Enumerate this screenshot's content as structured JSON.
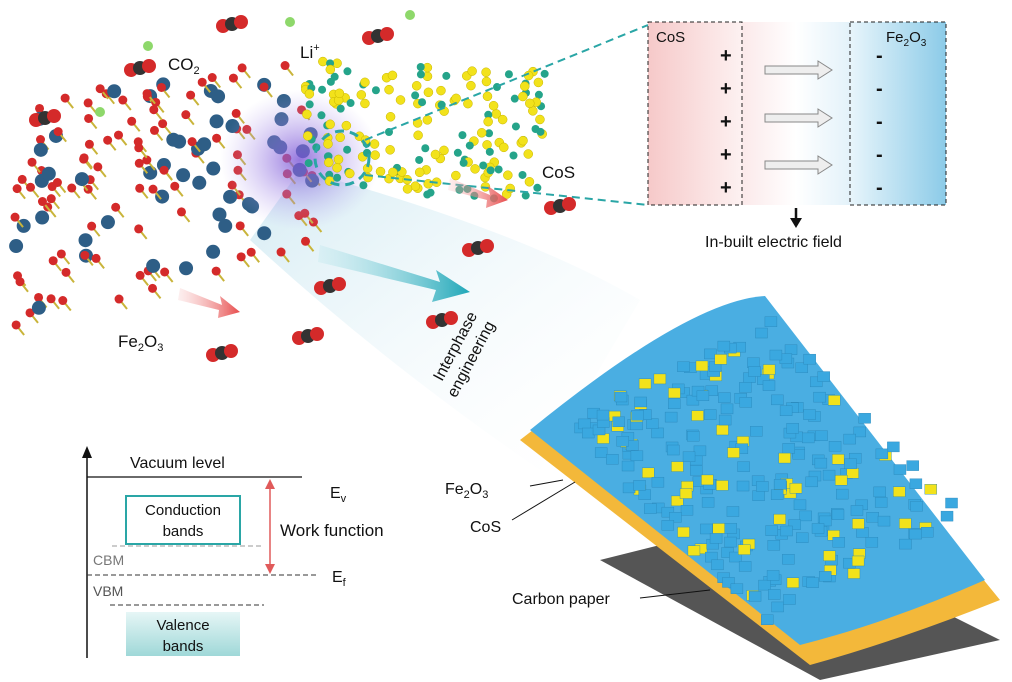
{
  "molecule_panel": {
    "co2": {
      "main": "CO",
      "sub": "2"
    },
    "li": {
      "main": "Li",
      "sup": "+"
    },
    "cos_label": "CoS",
    "fe2o3": {
      "a": "Fe",
      "b": "2",
      "c": "O",
      "d": "3"
    },
    "interphase_line1": "Interphase",
    "interphase_line2": "engineering"
  },
  "field_panel": {
    "cos_label": "CoS",
    "fe2o3": {
      "a": "Fe",
      "b": "2",
      "c": "O",
      "d": "3"
    },
    "plus": [
      "+",
      "+",
      "+",
      "+",
      "+"
    ],
    "minus": [
      "-",
      "-",
      "-",
      "-",
      "-"
    ],
    "caption": "In-built electric field"
  },
  "band_diagram": {
    "vacuum_level": "Vacuum level",
    "ev": {
      "main": "E",
      "sub": "v"
    },
    "conduction_line1": "Conduction",
    "conduction_line2": "bands",
    "work_function": "Work function",
    "cbm": "CBM",
    "ef": {
      "main": "E",
      "sub": "f"
    },
    "vbm": "VBM",
    "valence_line1": "Valence",
    "valence_line2": "bands"
  },
  "electrode": {
    "fe2o3": {
      "a": "Fe",
      "b": "2",
      "c": "O",
      "d": "3"
    },
    "cos": "CoS",
    "carbon_paper": "Carbon paper"
  },
  "colors": {
    "teal": "#2aa6a6",
    "cos_yellow": "#f2e21b",
    "fe_red": "#d42a2a",
    "fe_blue": "#2e5e86",
    "cube_blue": "#3aa8e0",
    "arrow_red": "#e85a5a"
  }
}
